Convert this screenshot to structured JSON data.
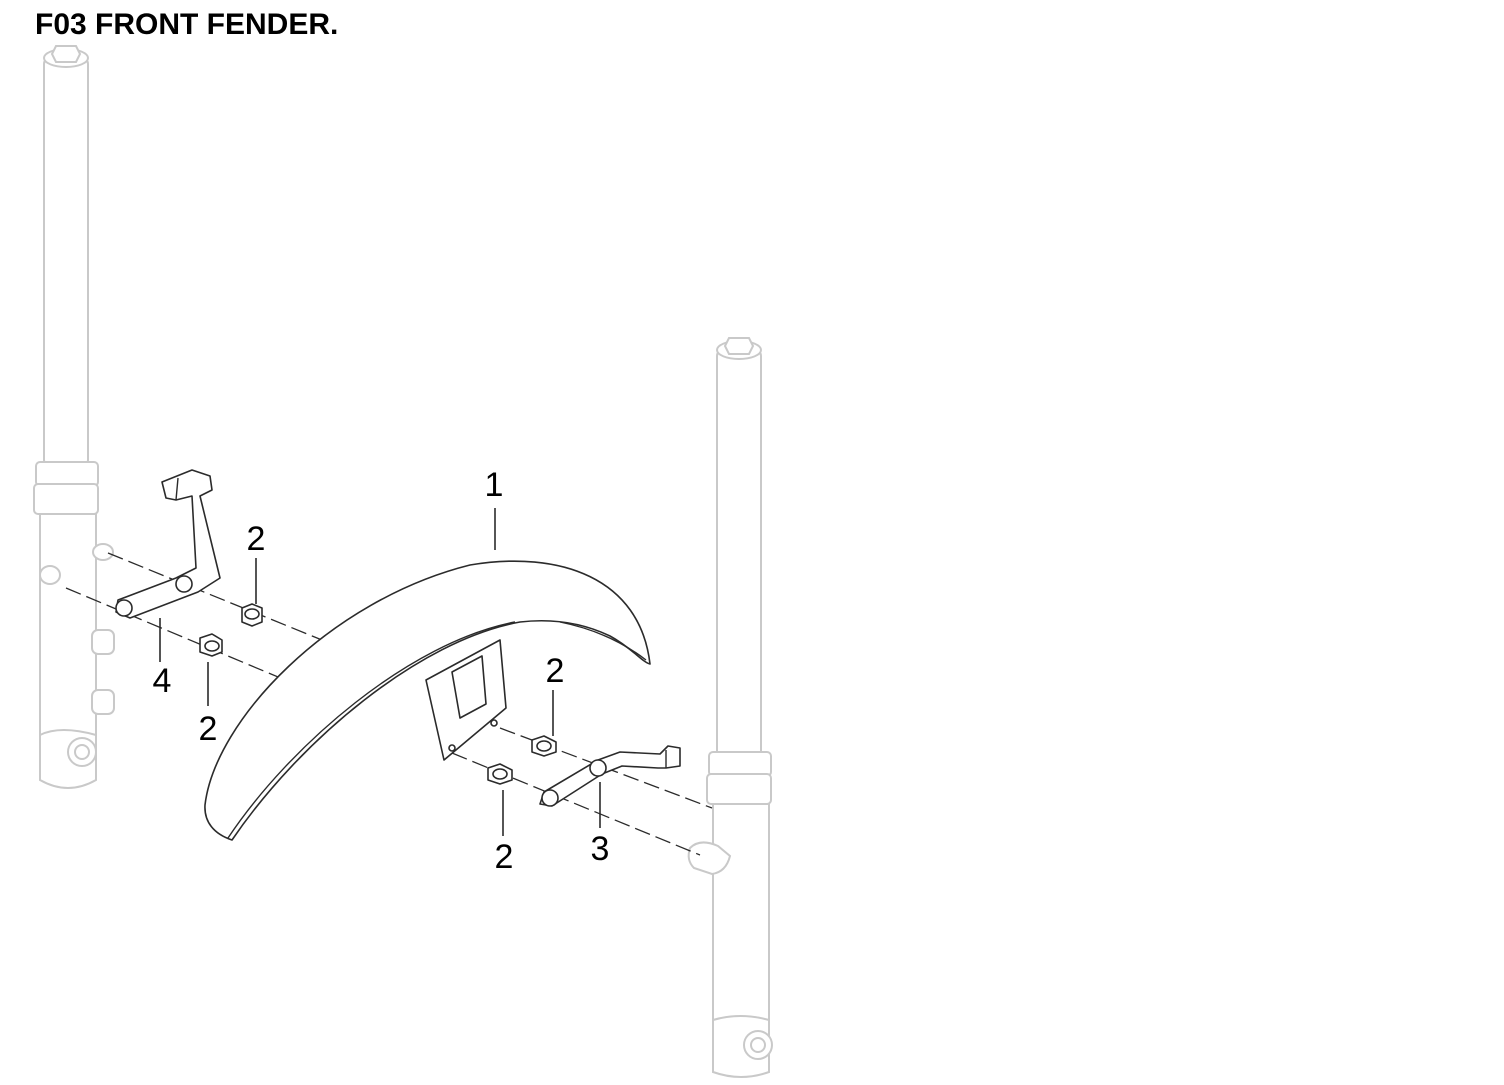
{
  "title": "F03 FRONT FENDER.",
  "callouts": {
    "c1": "1",
    "c2a": "2",
    "c2b": "2",
    "c2c": "2",
    "c2d": "2",
    "c3": "3",
    "c4": "4"
  },
  "colors": {
    "ghost": "#c9c9c9",
    "line": "#2b2b2b",
    "text": "#000000"
  }
}
